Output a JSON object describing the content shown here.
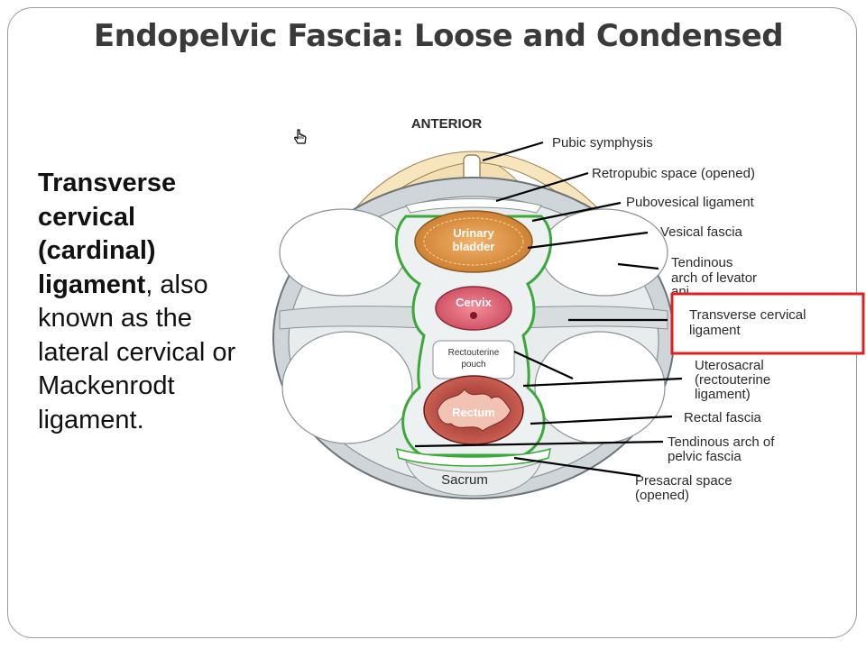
{
  "slide": {
    "title": "Endopelvic Fascia: Loose and Condensed",
    "body_bold": "Transverse cervical (cardinal) ligament",
    "body_comma": ",",
    "body_rest": "also known as the lateral cervical or Mackenrodt ligament."
  },
  "diagram": {
    "orientation_label": "ANTERIOR",
    "organs": {
      "bladder": "Urinary bladder",
      "cervix": "Cervix",
      "pouch": "Rectouterine pouch",
      "rectum": "Rectum",
      "sacrum": "Sacrum"
    },
    "labels": [
      "Pubic symphysis",
      "Retropubic space (opened)",
      "Pubovesical ligament",
      "Vesical fascia",
      "Tendinous arch of levator ani",
      "Transverse cervical ligament",
      "Uterosacral (rectouterine ligament)",
      "Rectal fascia",
      "Tendinous arch of pelvic fascia",
      "Presacral space (opened)"
    ],
    "highlight_color": "#e02020",
    "fascia_color": "#3aa83a"
  },
  "icons": {
    "cursor": "hand-pointer-icon"
  }
}
